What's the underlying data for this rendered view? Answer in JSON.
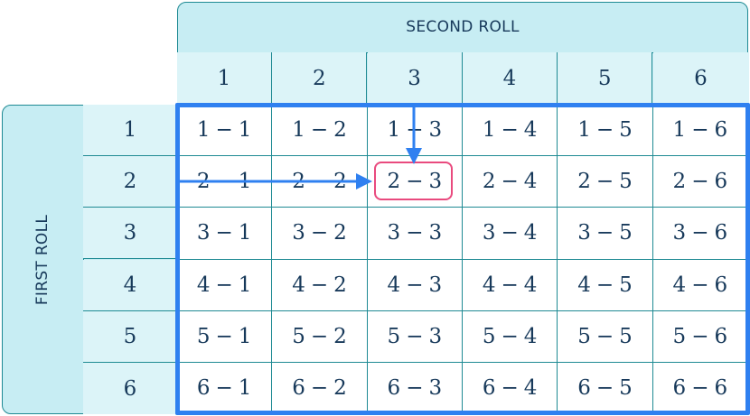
{
  "diagram": {
    "column_header_title": "SECOND ROLL",
    "row_header_title": "FIRST ROLL",
    "column_labels": [
      "1",
      "2",
      "3",
      "4",
      "5",
      "6"
    ],
    "row_labels": [
      "1",
      "2",
      "3",
      "4",
      "5",
      "6"
    ],
    "cells": [
      [
        {
          "a": "1",
          "b": "1"
        },
        {
          "a": "1",
          "b": "2"
        },
        {
          "a": "1",
          "b": "3"
        },
        {
          "a": "1",
          "b": "4"
        },
        {
          "a": "1",
          "b": "5"
        },
        {
          "a": "1",
          "b": "6"
        }
      ],
      [
        {
          "a": "2",
          "b": "1"
        },
        {
          "a": "2",
          "b": "2"
        },
        {
          "a": "2",
          "b": "3"
        },
        {
          "a": "2",
          "b": "4"
        },
        {
          "a": "2",
          "b": "5"
        },
        {
          "a": "2",
          "b": "6"
        }
      ],
      [
        {
          "a": "3",
          "b": "1"
        },
        {
          "a": "3",
          "b": "2"
        },
        {
          "a": "3",
          "b": "3"
        },
        {
          "a": "3",
          "b": "4"
        },
        {
          "a": "3",
          "b": "5"
        },
        {
          "a": "3",
          "b": "6"
        }
      ],
      [
        {
          "a": "4",
          "b": "1"
        },
        {
          "a": "4",
          "b": "2"
        },
        {
          "a": "4",
          "b": "3"
        },
        {
          "a": "4",
          "b": "4"
        },
        {
          "a": "4",
          "b": "5"
        },
        {
          "a": "4",
          "b": "6"
        }
      ],
      [
        {
          "a": "5",
          "b": "1"
        },
        {
          "a": "5",
          "b": "2"
        },
        {
          "a": "5",
          "b": "3"
        },
        {
          "a": "5",
          "b": "4"
        },
        {
          "a": "5",
          "b": "5"
        },
        {
          "a": "5",
          "b": "6"
        }
      ],
      [
        {
          "a": "6",
          "b": "1"
        },
        {
          "a": "6",
          "b": "2"
        },
        {
          "a": "6",
          "b": "3"
        },
        {
          "a": "6",
          "b": "4"
        },
        {
          "a": "6",
          "b": "5"
        },
        {
          "a": "6",
          "b": "6"
        }
      ]
    ],
    "separator": "−",
    "highlighted_cell": {
      "row": 2,
      "col": 3,
      "label": "2 − 3"
    },
    "colors": {
      "header_bg": "#c7edf3",
      "label_bg": "#dcf4f8",
      "grid_line": "#1e8a93",
      "text": "#17395a",
      "outline_blue": "#2f80f0",
      "arrow_blue": "#2f80f0",
      "highlight_pink": "#e94a7e"
    }
  }
}
